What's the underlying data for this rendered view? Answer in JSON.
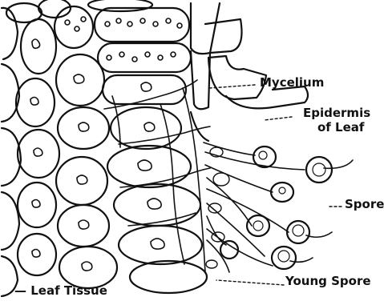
{
  "labels": {
    "mycelium": "Mycelium",
    "epidermis_line1": "Epidermis",
    "epidermis_line2": "of Leaf",
    "spores": "Spores",
    "leaf_tissue": "— Leaf Tissue",
    "young_spore": "Young Spore"
  },
  "colors": {
    "ink": "#111111",
    "paper": "#ffffff"
  }
}
